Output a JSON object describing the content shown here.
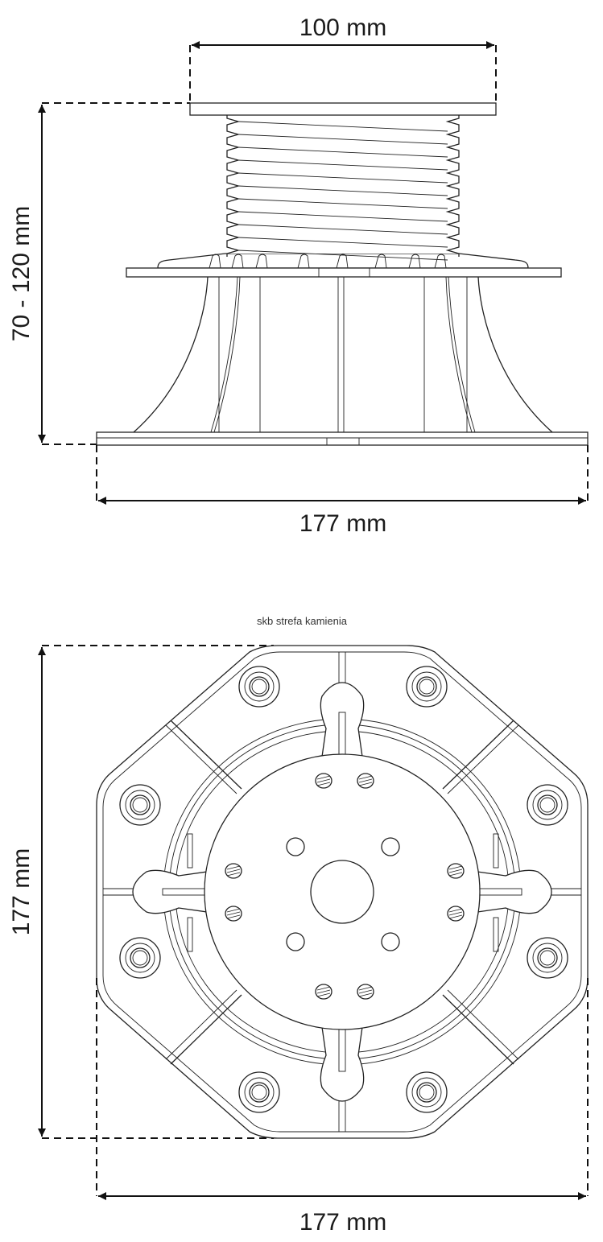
{
  "side_view": {
    "top_width_label": "100 mm",
    "height_label": "70 - 120 mm",
    "base_width_label": "177 mm"
  },
  "watermark": "skb strefa kamienia",
  "top_view": {
    "height_label": "177 mm",
    "width_label": "177 mm"
  }
}
